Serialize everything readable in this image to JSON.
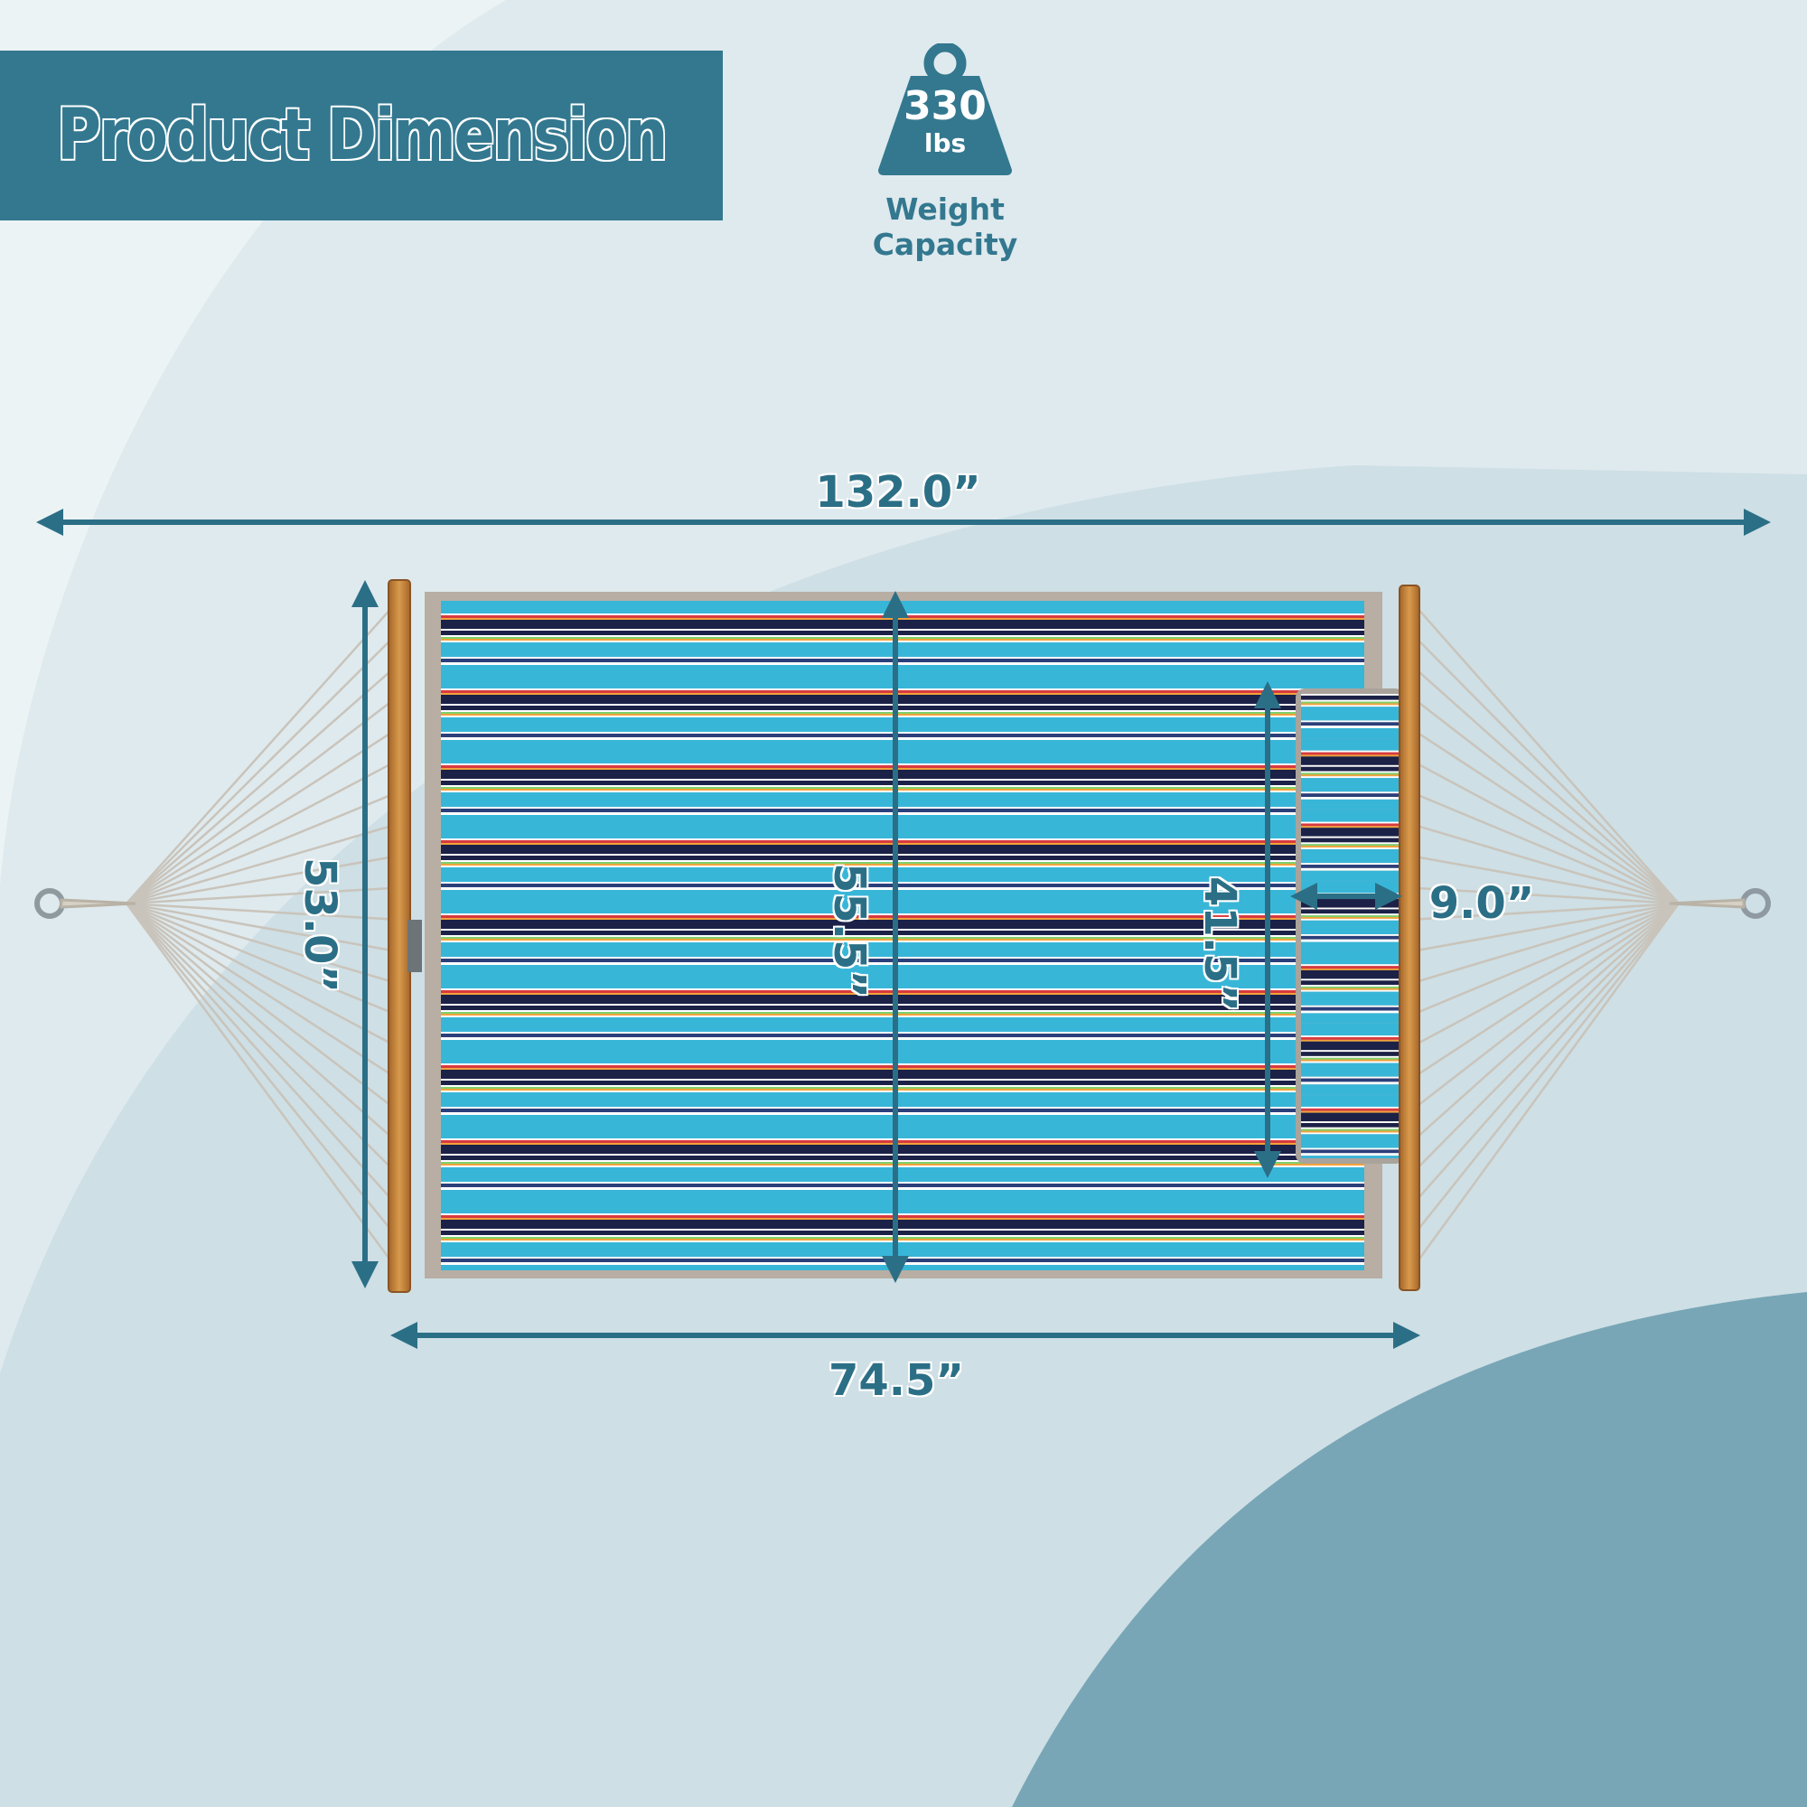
{
  "header": {
    "title": "Product Dimension"
  },
  "weight_badge": {
    "value": "330",
    "unit": "lbs",
    "label": "Weight Capacity",
    "icon": "weight-icon"
  },
  "dimensions": {
    "total_length": "132.0”",
    "bed_length": "74.5”",
    "spreader_bar": "53.0”",
    "bed_width": "55.5”",
    "pillow_length": "41.5”",
    "pillow_width": "9.0”"
  },
  "colors": {
    "accent": "#33788f",
    "background": "#dfeaee",
    "background_mid": "#cfdfe5",
    "background_dark": "#78a6b6",
    "stripe_turquoise": "#38b6d8",
    "stripe_navy": "#1b2147",
    "stripe_red": "#d83a3f",
    "wood": "#c98b3e",
    "rope": "#c9c4bb"
  }
}
